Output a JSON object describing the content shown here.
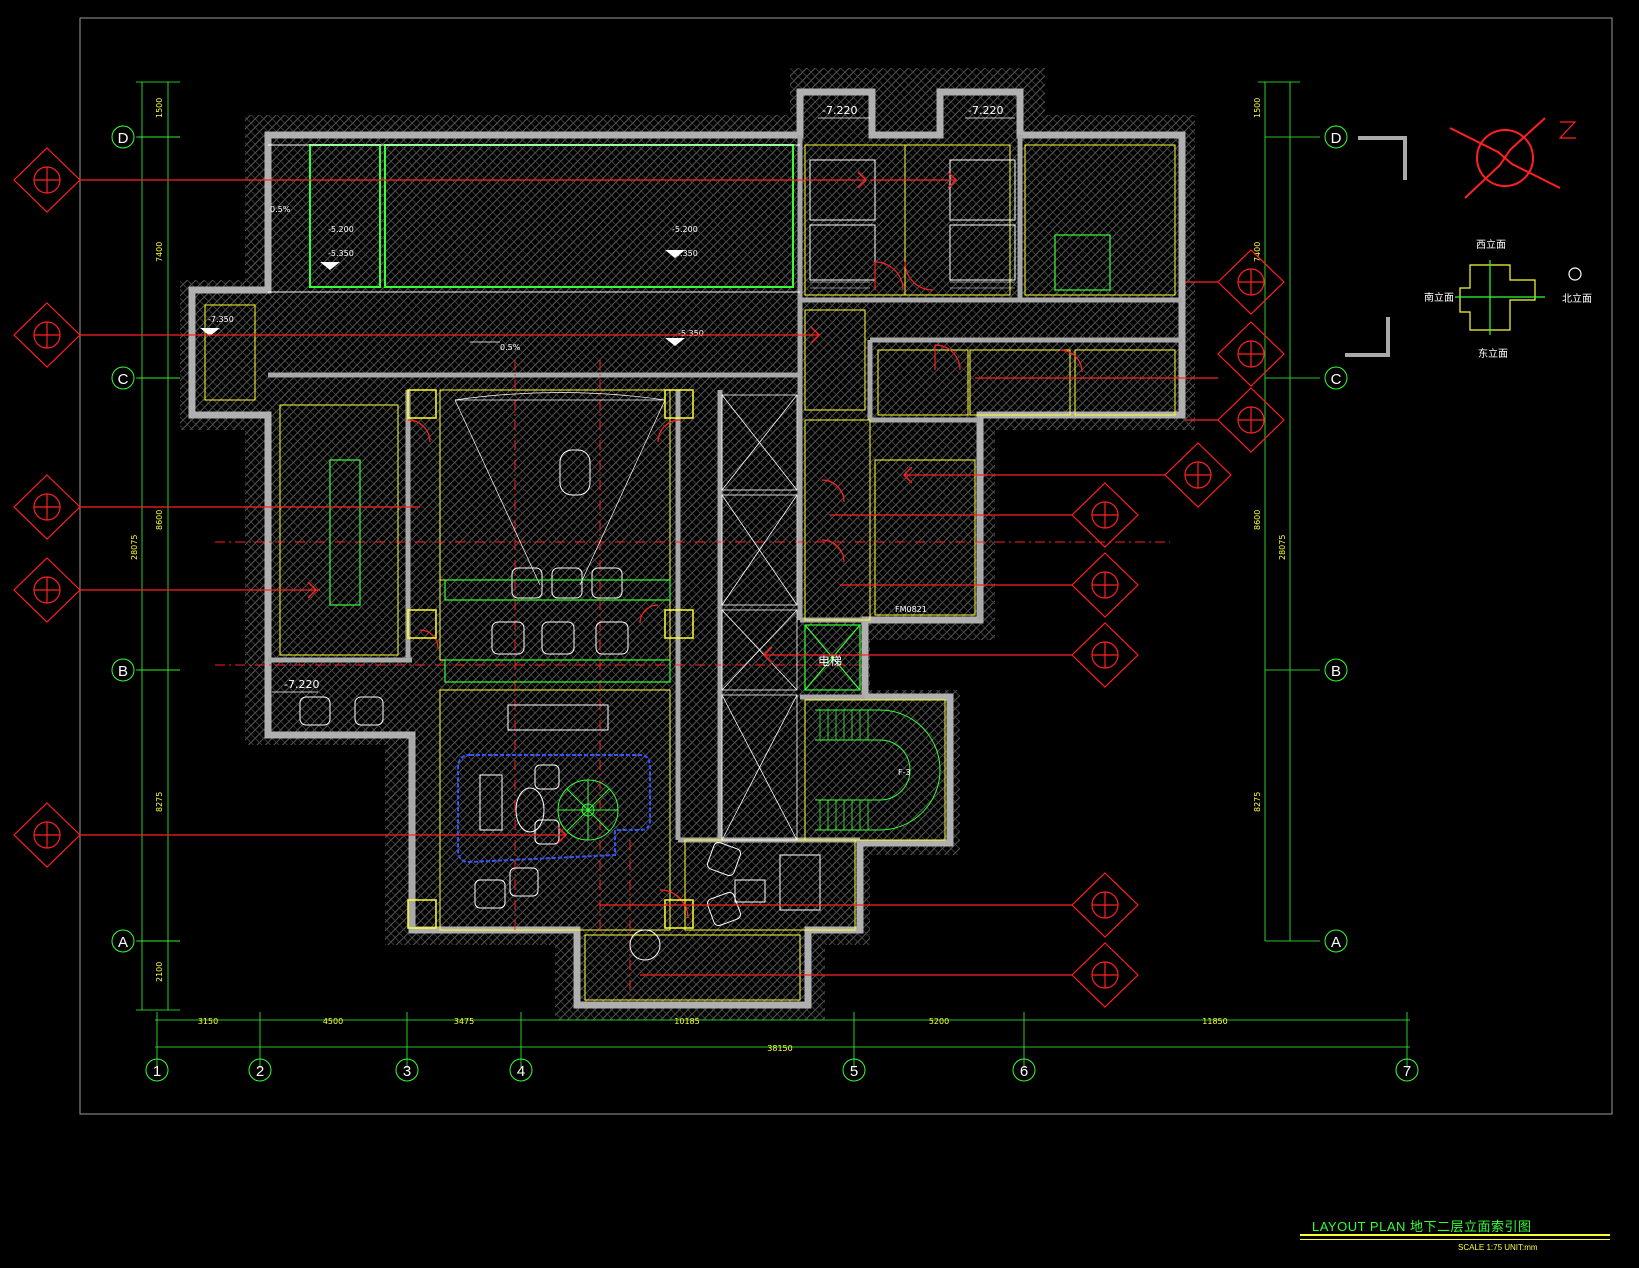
{
  "title": {
    "main": "LAYOUT PLAN 地下二层立面索引图",
    "scale": "SCALE 1:75 UNIT:mm"
  },
  "grid": {
    "columns": [
      "1",
      "2",
      "3",
      "4",
      "5",
      "6",
      "7"
    ],
    "rows": [
      "D",
      "C",
      "B",
      "A"
    ]
  },
  "dimensions": {
    "top_segments": [
      "3150",
      "4500",
      "3475",
      "10185",
      "5200",
      "11850"
    ],
    "total": "38150",
    "left_segments": [
      "1500",
      "7400",
      "8600",
      "8275",
      "2100"
    ],
    "left_total": "28075",
    "right_segments": [
      "1500",
      "7400",
      "8600",
      "8275"
    ],
    "right_total": "28075"
  },
  "levels": [
    "-7.220",
    "-7.220",
    "-5.200",
    "-5.350",
    "-5.200",
    "-5.350",
    "-7.350",
    "-5.350",
    "-7.220"
  ],
  "slopes": [
    "0.5%",
    "0.5%"
  ],
  "room_labels": {
    "elevator": "电梯",
    "stair": "F-3",
    "door_tag": "FM0821"
  },
  "key_plan": {
    "west": "西立面",
    "south": "南立面",
    "north": "北立面",
    "east": "东立面"
  },
  "colors": {
    "wall": "#b5b5b5",
    "hatch": "#7a7a7a",
    "axis": "#33ff33",
    "callout": "#ff2020",
    "dimension": "#33ff33",
    "furniture": "#ffffff",
    "accent": "#ffff33"
  }
}
